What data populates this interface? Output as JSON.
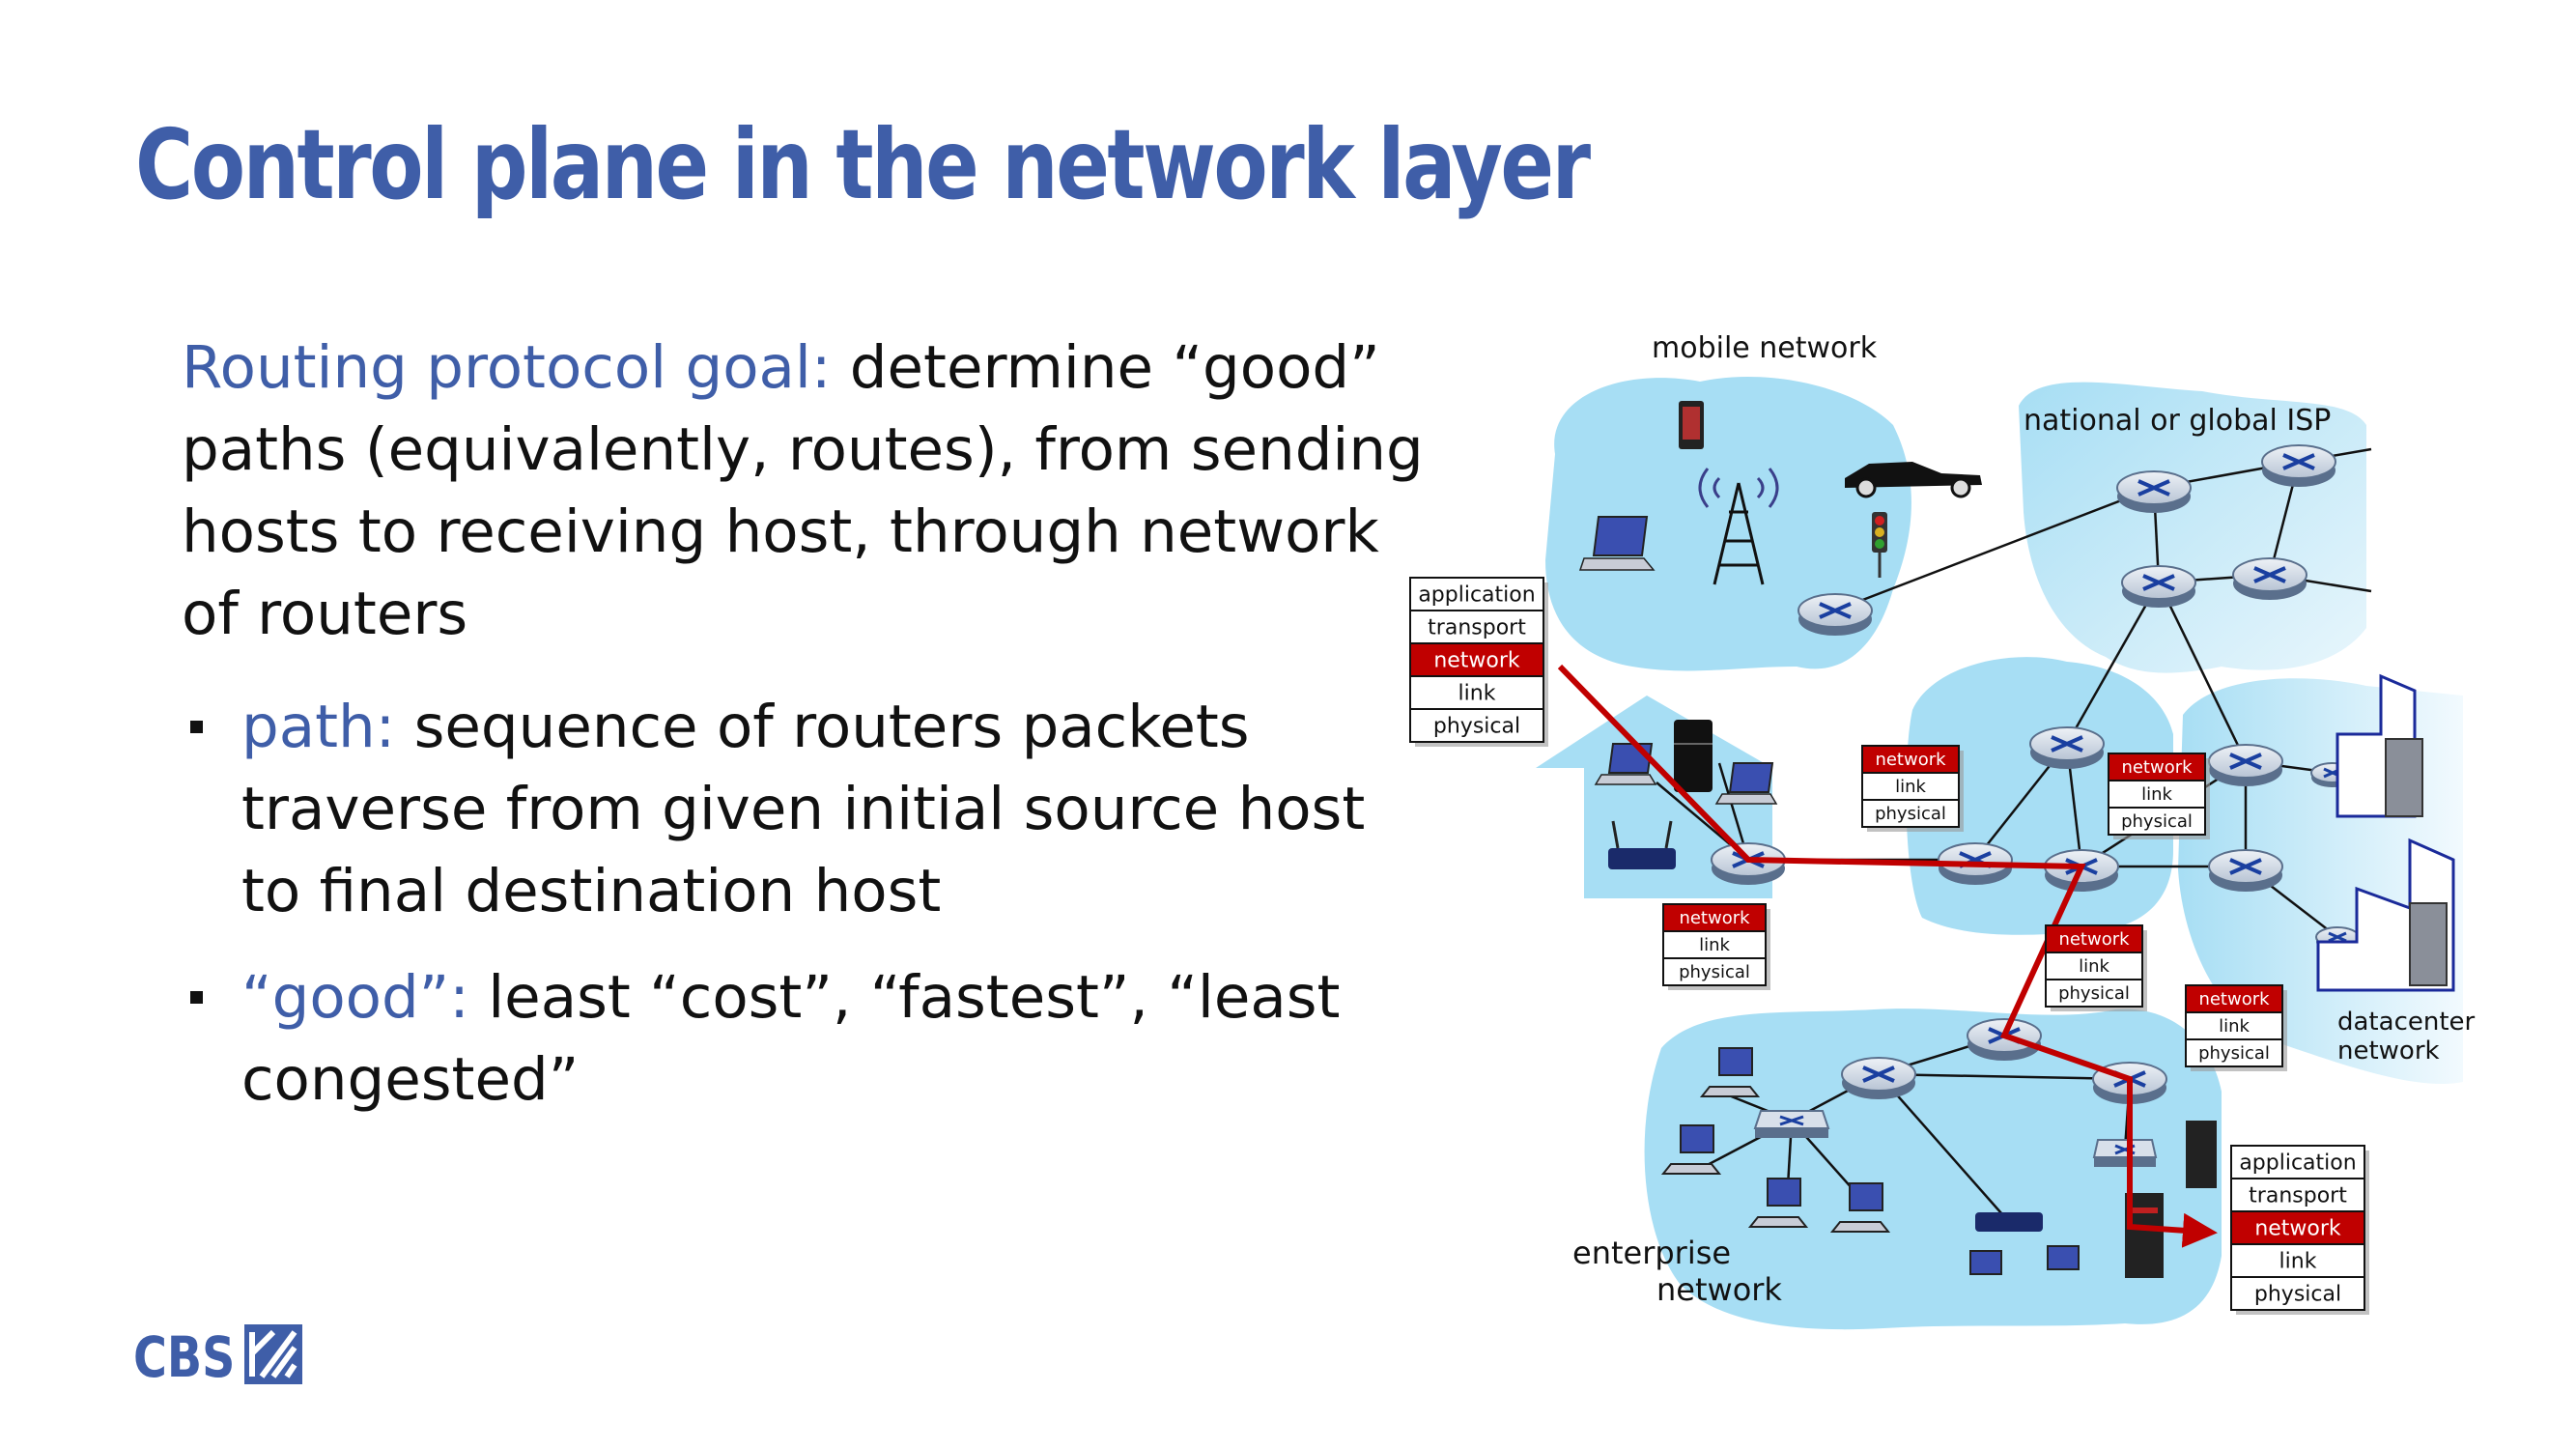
{
  "slide": {
    "title": "Control plane in the network layer",
    "intro_accent": "Routing protocol goal:",
    "intro_rest": " determine “good” paths (equivalently, routes), from sending hosts to receiving host, through network of routers",
    "bullets": [
      {
        "accent": "path:",
        "rest": " sequence of routers packets traverse from given initial source host to final destination host"
      },
      {
        "accent": "“good”:",
        "rest": " least “cost”, “fastest”, “least congested”"
      }
    ]
  },
  "diagram": {
    "labels": {
      "mobile": "mobile network",
      "isp": "national or global ISP",
      "datacenter": [
        "datacenter",
        "network"
      ],
      "enterprise": [
        "enterprise",
        "network"
      ]
    },
    "host_stack": [
      "application",
      "transport",
      "network",
      "link",
      "physical"
    ],
    "router_stack": [
      "network",
      "link",
      "physical"
    ]
  },
  "logo": {
    "text": "CBS"
  },
  "colors": {
    "accent": "#3f5ea8",
    "path": "#c00000",
    "cloud": "#a7def4",
    "router": "#5a6f8c"
  }
}
